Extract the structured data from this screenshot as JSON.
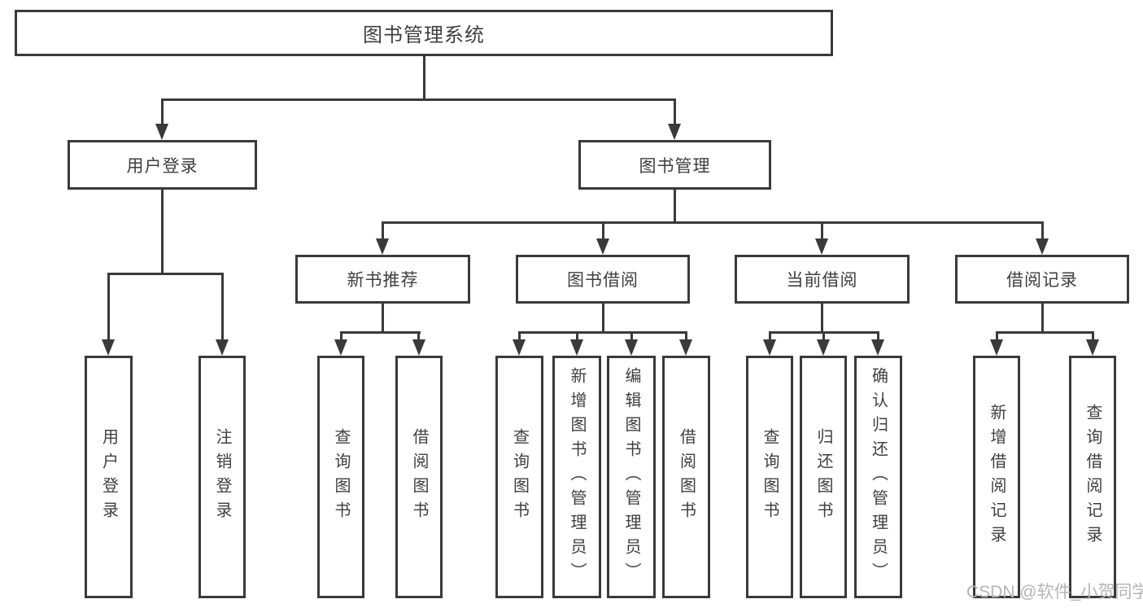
{
  "tree": {
    "root": {
      "label": "图书管理系统"
    },
    "branches": [
      {
        "label": "用户登录",
        "children": [
          {
            "label": "用户登录"
          },
          {
            "label": "注销登录"
          }
        ]
      },
      {
        "label": "图书管理",
        "children": [
          {
            "label": "新书推荐",
            "children": [
              {
                "label": "查询图书"
              },
              {
                "label": "借阅图书"
              }
            ]
          },
          {
            "label": "图书借阅",
            "children": [
              {
                "label": "查询图书"
              },
              {
                "label": "新增图书（管理员）"
              },
              {
                "label": "编辑图书（管理员）"
              },
              {
                "label": "借阅图书"
              }
            ]
          },
          {
            "label": "当前借阅",
            "children": [
              {
                "label": "查询图书"
              },
              {
                "label": "归还图书"
              },
              {
                "label": "确认归还（管理员）"
              }
            ]
          },
          {
            "label": "借阅记录",
            "children": [
              {
                "label": "新增借阅记录"
              },
              {
                "label": "查询借阅记录"
              }
            ]
          }
        ]
      }
    ]
  },
  "watermark": {
    "text": "CSDN @软件_小贺同学"
  },
  "colors": {
    "line": "#3a3a3a",
    "text": "#3f3f3f",
    "box_bg": "#ffffff",
    "watermark": "#b5b5b5"
  }
}
